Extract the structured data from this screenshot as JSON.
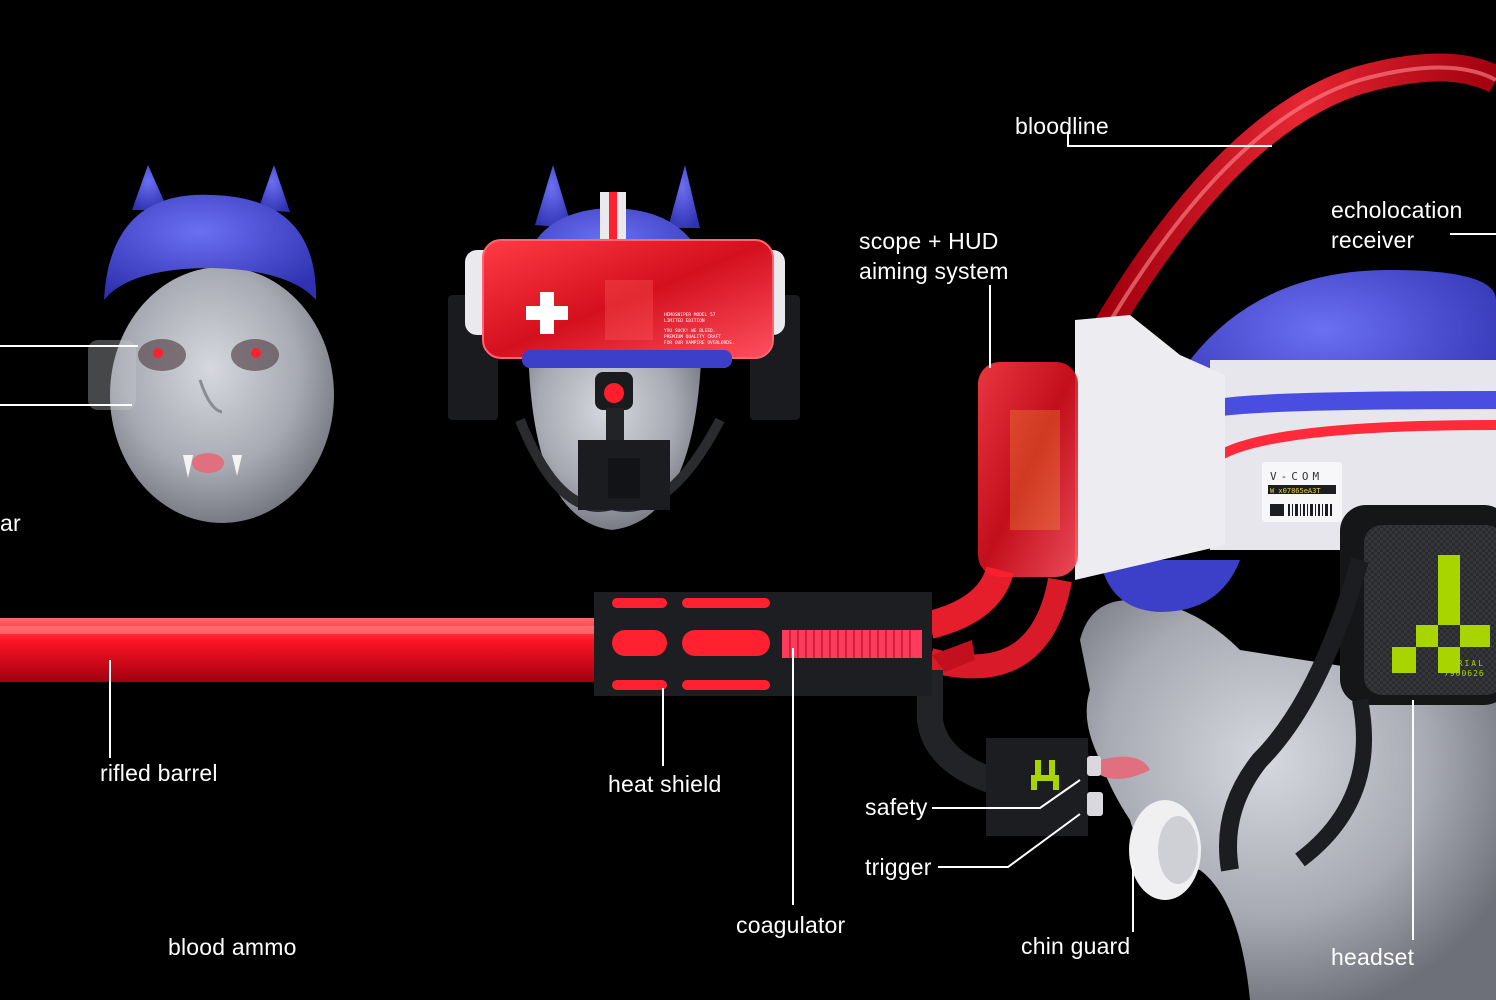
{
  "colors": {
    "background": "#000000",
    "blood": "#ff1f2e",
    "cap": "#4a4ee0",
    "skin": "#b9bcc4",
    "shell": "#e9e9ee",
    "accent": "#a8d400",
    "leader": "#ffffff"
  },
  "labels": {
    "bloodline": "bloodline",
    "echolocation_1": "echolocation",
    "echolocation_2": "receiver",
    "scope_1": "scope + HUD",
    "scope_2": "aiming system",
    "partial_left": "ar",
    "rifled_barrel": "rifled barrel",
    "heat_shield": "heat shield",
    "safety": "safety",
    "trigger": "trigger",
    "coagulator": "coagulator",
    "chin_guard": "chin guard",
    "headset": "headset",
    "blood_ammo": "blood ammo"
  },
  "device_text": {
    "brand": "V-COM",
    "serial_tag": "W x07865eA3T",
    "serial_label": "SERIAL",
    "serial_num": "7900626",
    "visor_line1": "HEMOSNIPER MODEL 57",
    "visor_line2": "LIMITED EDITION",
    "visor_line3": "YOU SUCK! WE BLEED.",
    "visor_line4": "PREMIUM QUALITY CRAFT",
    "visor_line5": "FOR OUR VAMPIRE OVERLORDS."
  },
  "icons": {
    "visor_cross": "plus-icon",
    "module_logo": "pixel-step-logo-icon"
  }
}
